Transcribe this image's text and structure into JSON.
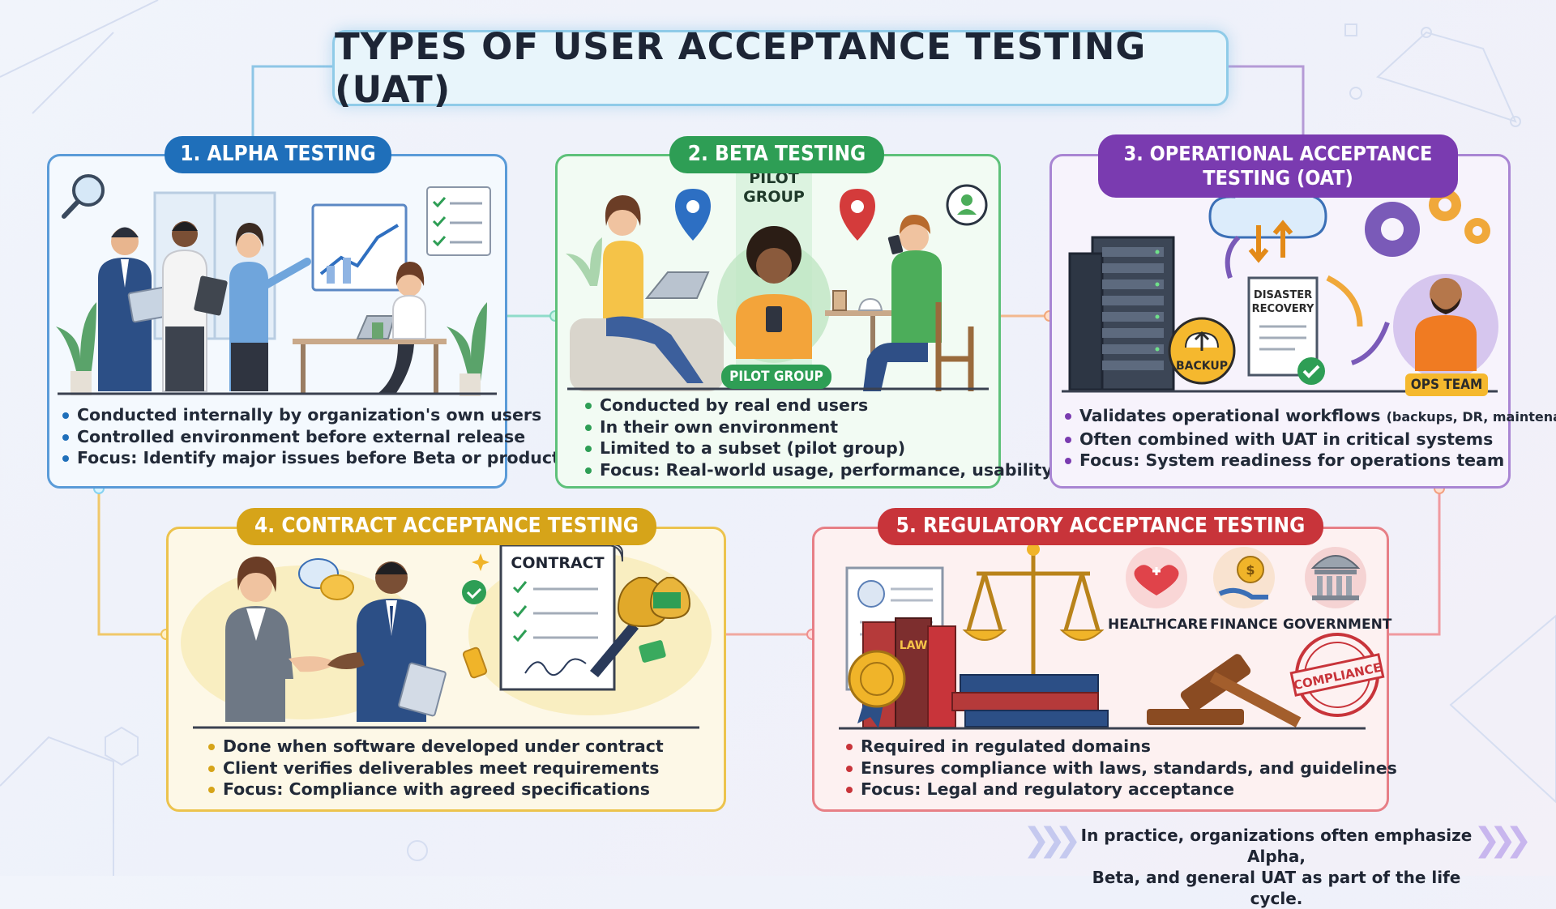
{
  "title": "TYPES OF USER ACCEPTANCE TESTING (UAT)",
  "colors": {
    "alpha": "#1f6fba",
    "beta": "#2e9e55",
    "oat": "#7a3bb0",
    "contract": "#d6a419",
    "regulatory": "#c8343a"
  },
  "alpha": {
    "label": "1. ALPHA TESTING",
    "bullets": [
      "Conducted internally by organization's own users",
      "Controlled environment before external release",
      "Focus: Identify major issues before Beta or production"
    ]
  },
  "beta": {
    "label": "2. BETA TESTING",
    "pilot_top": [
      "PILOT",
      "GROUP"
    ],
    "pilot_tag": "PILOT GROUP",
    "bullets": [
      "Conducted by real end users",
      "In their own environment",
      "Limited to a subset (pilot group)",
      "Focus: Real-world usage, performance, usability"
    ]
  },
  "oat": {
    "label_line1": "3. OPERATIONAL ACCEPTANCE",
    "label_line2": "TESTING (OAT)",
    "backup": "BACKUP",
    "disaster_line1": "DISASTER",
    "disaster_line2": "RECOVERY",
    "ops_team": "OPS TEAM",
    "bullet1_main": "Validates operational workflows ",
    "bullet1_small": "(backups, DR, maintenance)",
    "bullets": [
      "Often combined with UAT in critical systems",
      "Focus: System readiness for operations team"
    ]
  },
  "contract": {
    "label": "4. CONTRACT ACCEPTANCE TESTING",
    "doc_title": "CONTRACT",
    "bullets": [
      "Done when software developed under contract",
      "Client verifies deliverables meet requirements",
      "Focus: Compliance with agreed specifications"
    ]
  },
  "regulatory": {
    "label": "5. REGULATORY ACCEPTANCE TESTING",
    "domains": [
      "HEALTHCARE",
      "FINANCE",
      "GOVERNMENT"
    ],
    "law_label": "LAW",
    "stamp": "COMPLIANCE",
    "bullets": [
      "Required in regulated domains",
      "Ensures compliance with laws, standards, and guidelines",
      "Focus: Legal and regulatory acceptance"
    ]
  },
  "footer_note": {
    "line1": "In practice, organizations often emphasize Alpha,",
    "line2": "Beta, and general UAT as part of the life cycle."
  }
}
